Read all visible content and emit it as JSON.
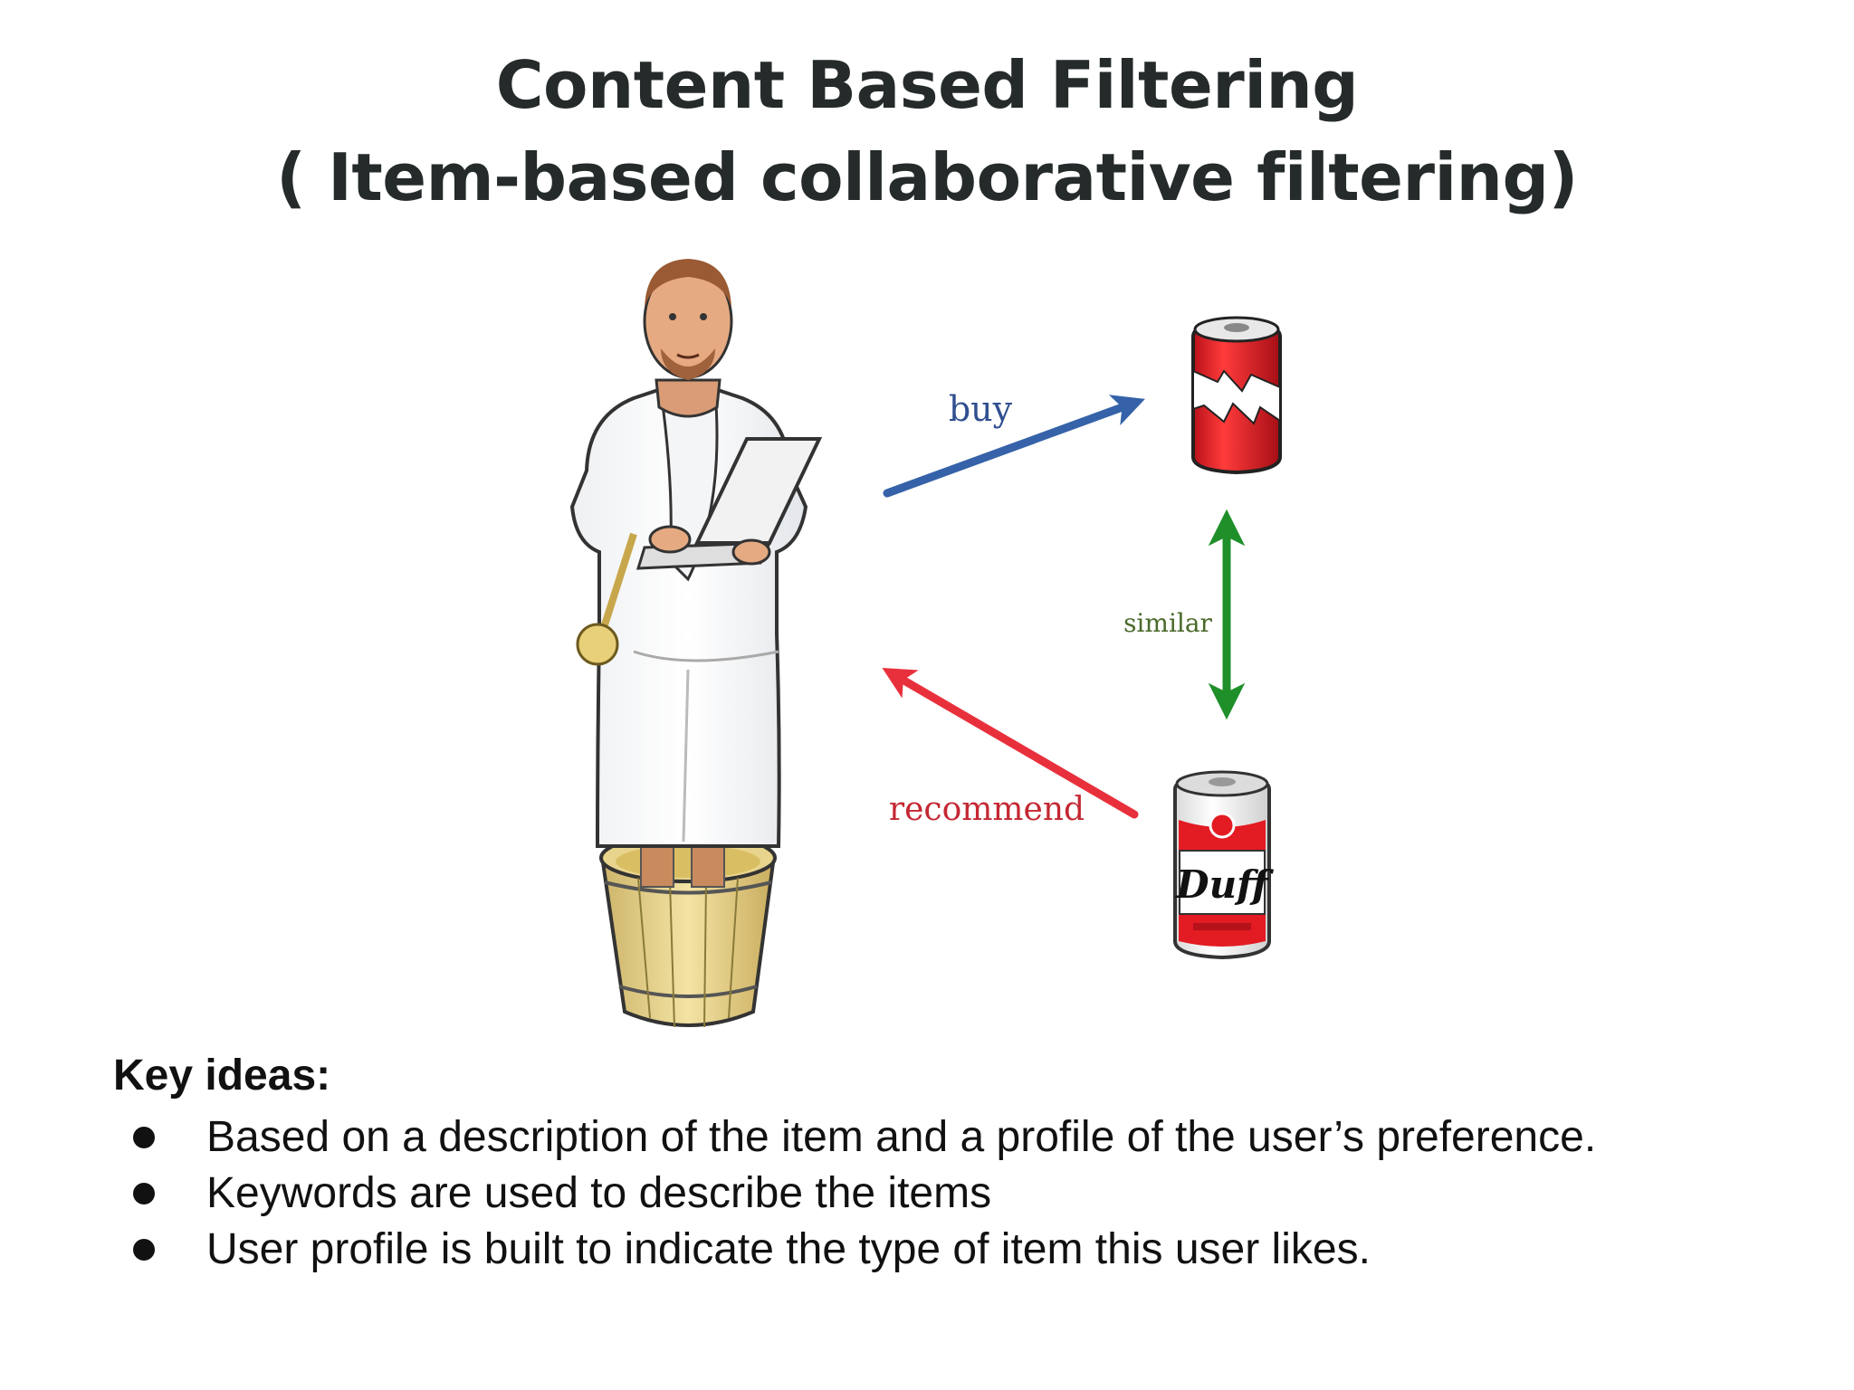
{
  "slide": {
    "title_line1": "Content Based Filtering",
    "title_line2": "( Item-based collaborative filtering)"
  },
  "diagram": {
    "labels": {
      "buy": "buy",
      "similar": "similar",
      "recommend": "recommend"
    },
    "can_brand": "Duff",
    "colors": {
      "buy_arrow": "#3562a8",
      "similar_arrow": "#1f8f2a",
      "recommend_arrow": "#e8303c",
      "buy_label": "#2f4f8f",
      "similar_label": "#4a6a2a",
      "recommend_label": "#c42833"
    }
  },
  "key_ideas": {
    "heading": "Key ideas:",
    "items": [
      "Based on a description of the item and a profile of the user’s preference.",
      "Keywords are used to describe the items",
      "User profile is built to indicate the type of item this user likes."
    ]
  }
}
